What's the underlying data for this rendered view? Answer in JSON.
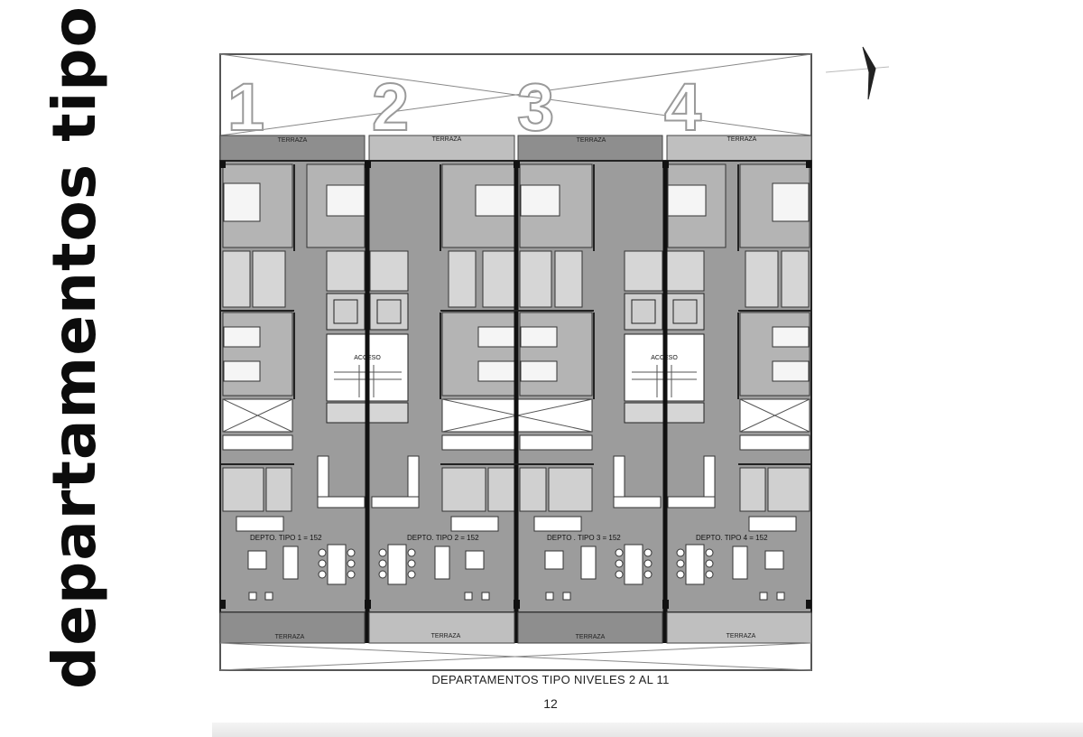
{
  "side_title": "departamentos tipo",
  "caption": "DEPARTAMENTOS TIPO NIVELES 2 AL 11",
  "page_number": "12",
  "units": [
    {
      "number": "1",
      "label": "DEPTO. TIPO 1 = 152"
    },
    {
      "number": "2",
      "label": "DEPTO. TIPO 2 = 152"
    },
    {
      "number": "3",
      "label": "DEPTO . TIPO 3 = 152"
    },
    {
      "number": "4",
      "label": "DEPTO. TIPO 4 = 152"
    }
  ],
  "terraza_label": "TERRAZA",
  "acceso_label": "ACCESO",
  "colors": {
    "floor": "#9c9c9c",
    "floor_light": "#c4c4c4",
    "terrace": "#8e8e8e",
    "wall": "#111111"
  }
}
